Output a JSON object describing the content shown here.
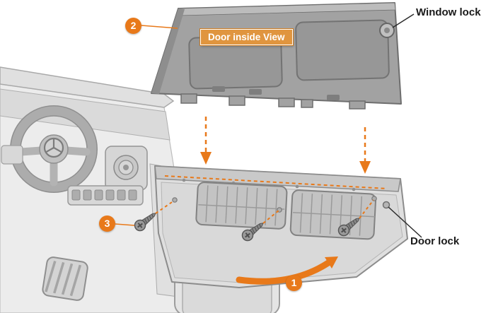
{
  "figure": {
    "labels": {
      "window_lock": "Window lock",
      "door_lock": "Door lock",
      "door_inside_view": "Door inside View"
    },
    "callouts": {
      "step1": "1",
      "step2": "2",
      "step3": "3"
    },
    "colors": {
      "accent_orange": "#E8791A",
      "label_box_bg": "#E0953F",
      "label_box_border": "#C97A22",
      "text_color": "#1A1A1A",
      "panel_gray": "#A2A2A2",
      "body_gray": "#E6E6E6"
    }
  }
}
